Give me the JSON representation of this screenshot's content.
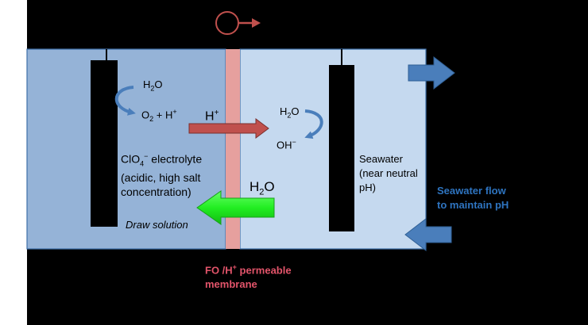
{
  "colors": {
    "background": "#000000",
    "anode_chamber": "#95b3d7",
    "seawater_chamber": "#c5d9ef",
    "membrane": "#e6a09e",
    "arrow_blue": "#4a7ebb",
    "arrow_red": "#c0504d",
    "arrow_green": "#33ff33",
    "label_blue": "#2e74c0",
    "label_red": "#e2546a"
  },
  "icons": [
    "circulation-pump-icon",
    "flow-arrow-icon"
  ],
  "labels": {
    "anode_reactant": "H",
    "anode_reactant_sub": "2",
    "anode_reactant_tail": "O",
    "anode_product_a": "O",
    "anode_product_a_sub": "2",
    "anode_product_b": " + H",
    "anode_product_b_sup": "+",
    "proton": "H",
    "proton_sup": "+",
    "cathode_reactant": "H",
    "cathode_reactant_sub": "2",
    "cathode_reactant_tail": "O",
    "cathode_product": "OH",
    "cathode_product_sup": "−",
    "electrolyte_line1_a": "ClO",
    "electrolyte_line1_sub": "4",
    "electrolyte_line1_sup": "−",
    "electrolyte_line1_b": " electrolyte",
    "electrolyte_line2": "(acidic, high salt",
    "electrolyte_line3": "concentration)",
    "draw_solution": "Draw solution",
    "water": "H",
    "water_sub": "2",
    "water_tail": "O",
    "seawater_line1": "Seawater",
    "seawater_line2": "(near neutral",
    "seawater_line3": "pH)",
    "seawater_flow_line1": "Seawater flow",
    "seawater_flow_line2": "to maintain pH",
    "membrane_line1_a": "FO /H",
    "membrane_line1_sup": "+",
    "membrane_line1_b": " permeable",
    "membrane_line2": "membrane"
  }
}
